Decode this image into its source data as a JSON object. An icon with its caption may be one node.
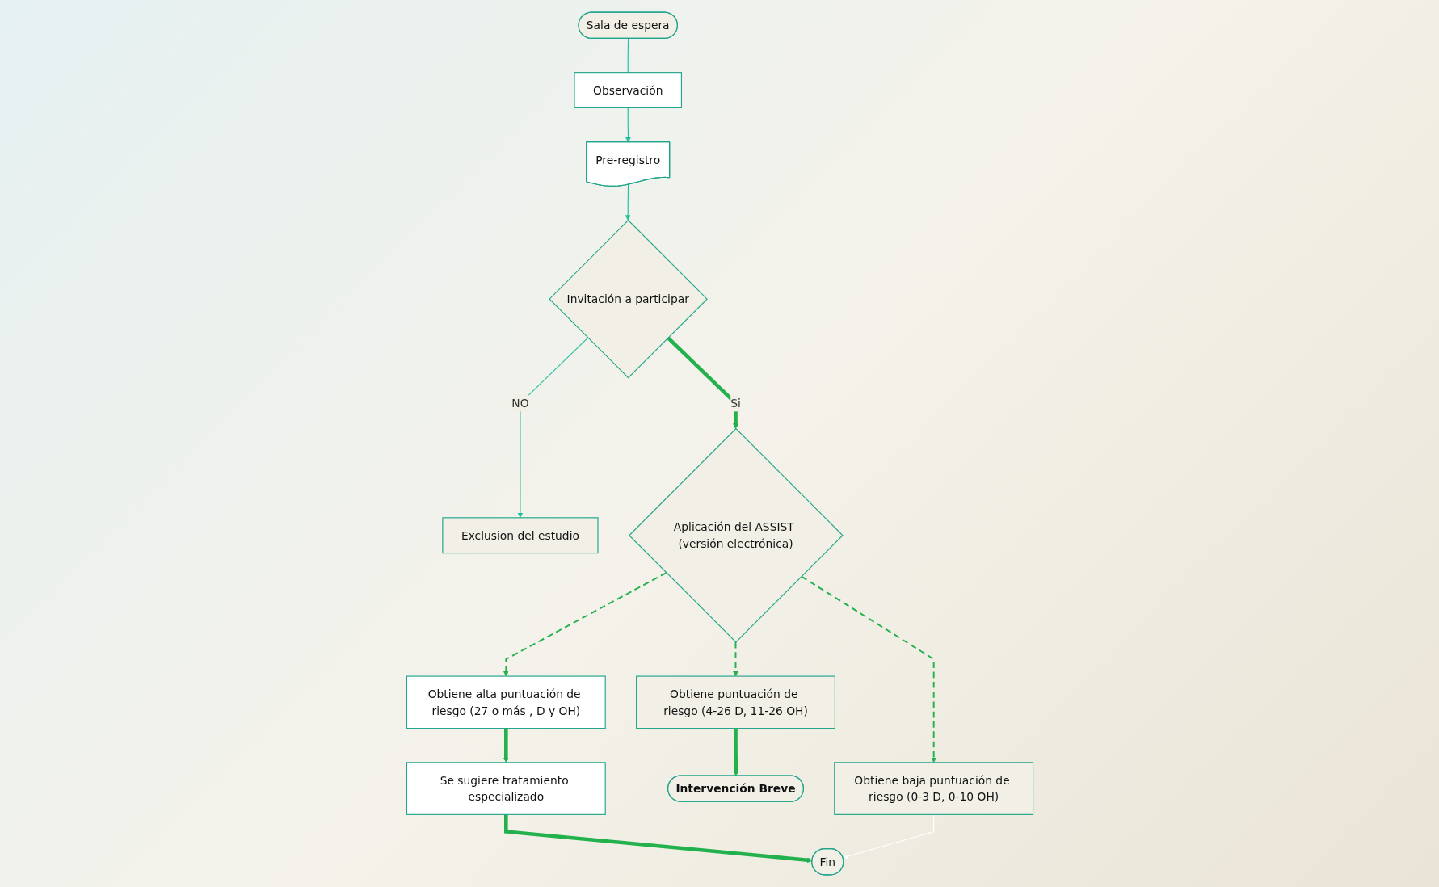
{
  "diagram": {
    "nodes": [
      {
        "text": [
          "Sala de espera"
        ]
      },
      {
        "text": [
          "Observación"
        ]
      },
      {
        "text": [
          "Pre-registro"
        ]
      },
      {
        "text": [
          "Invitación a participar"
        ]
      },
      {
        "text": [
          "Exclusion del estudio"
        ]
      },
      {
        "text": [
          "Aplicación del ASSIST (versión electrónica)"
        ]
      },
      {
        "text": [
          "Obtiene alta puntuación de riesgo (27 o más , D y OH)"
        ]
      },
      {
        "text": [
          "Se sugiere tratamiento especializado"
        ]
      },
      {
        "text": [
          "Fin"
        ]
      },
      {
        "text": [
          "Obtiene puntuación de riesgo (4-26 D, 11-26 OH)"
        ]
      },
      {
        "text": [
          "Intervención Breve"
        ]
      },
      {
        "text": [
          "Obtiene baja puntuación de riesgo (0-3 D, 0-10 OH)"
        ]
      }
    ],
    "edges": [
      {
        "from": 0,
        "to": 1,
        "arrow": "none",
        "color": "#1fbf9f"
      },
      {
        "from": 1,
        "to": 2,
        "arrow": "to",
        "color": "#1fbf9f"
      },
      {
        "from": 2,
        "to": 3,
        "arrow": "to",
        "color": "#1fbf9f"
      },
      {
        "from": 3,
        "to": 5,
        "arrow": "to",
        "label": "Si",
        "style": "thick"
      },
      {
        "from": 3,
        "to": 4,
        "arrow": "to",
        "label": "NO",
        "color": "#1fbf9f"
      },
      {
        "from": 5,
        "to": 6,
        "arrow": "to",
        "style": "dashed"
      },
      {
        "from": 5,
        "to": 9,
        "arrow": "to",
        "style": "dashed"
      },
      {
        "from": 5,
        "to": 11,
        "arrow": "to",
        "style": "dashed"
      },
      {
        "from": 6,
        "to": 7,
        "arrow": "to",
        "style": "thick"
      },
      {
        "from": 7,
        "to": 8,
        "arrow": "to",
        "style": "thick"
      },
      {
        "from": 11,
        "to": 8,
        "arrow": "to",
        "color": "#ffffff"
      },
      {
        "from": 9,
        "to": 10,
        "arrow": "to",
        "style": "thick"
      }
    ]
  }
}
